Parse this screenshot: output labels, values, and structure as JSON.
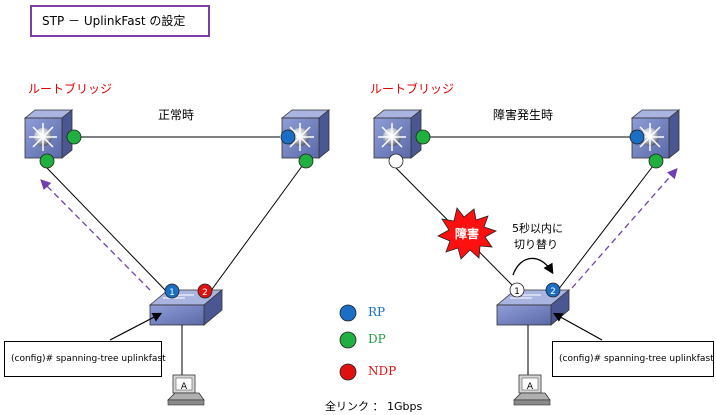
{
  "title": "STP － UplinkFast の設定",
  "left": {
    "root_bridge_label": "ルートブリッジ",
    "state_label": "正常時",
    "config_text": "(config)# spanning-tree uplinkfast",
    "port1": "1",
    "port2": "2",
    "pc_label": "A"
  },
  "right": {
    "root_bridge_label": "ルートブリッジ",
    "state_label": "障害発生時",
    "failure_label": "障害",
    "switch_note_line1": "5秒以内に",
    "switch_note_line2": "切り替り",
    "config_text": "(config)# spanning-tree uplinkfast",
    "port1": "1",
    "port2": "2",
    "pc_label": "A"
  },
  "legend": [
    {
      "label": "RP",
      "color": "#1a6fc4",
      "text_color": "#1a6fc4"
    },
    {
      "label": "DP",
      "color": "#20b040",
      "text_color": "#20a040"
    },
    {
      "label": "NDP",
      "color": "#e01010",
      "text_color": "#e01010"
    }
  ],
  "footer": "全リンク ： 1Gbps",
  "colors": {
    "rp": "#1a6fc4",
    "dp": "#20b040",
    "ndp": "#e01010",
    "failed_port": "#ffffff",
    "arrow": "#7040b0",
    "burst": "#ff1010"
  }
}
